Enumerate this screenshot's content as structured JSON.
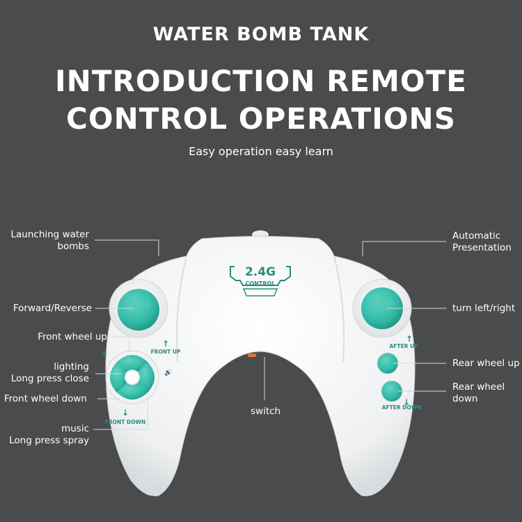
{
  "header": {
    "top_title": "WATER BOMB TANK",
    "headline_line1": "INTRODUCTION REMOTE",
    "headline_line2": "CONTROL OPERATIONS",
    "subtitle": "Easy operation easy learn"
  },
  "labels": {
    "launching_line1": "Launching water",
    "launching_line2": "bombs",
    "forward_reverse": "Forward/Reverse",
    "front_wheel_up": "Front wheel up",
    "lighting_line1": "lighting",
    "lighting_line2": "Long press close",
    "front_wheel_down": "Front wheel down",
    "music_line1": "music",
    "music_line2": "Long press spray",
    "automatic_line1": "Automatic",
    "automatic_line2": "Presentation",
    "turn_left_right": "turn left/right",
    "rear_wheel_up": "Rear wheel up",
    "rear_wheel_down_line1": "Rear wheel",
    "rear_wheel_down_line2": "down",
    "switch": "switch"
  },
  "controller": {
    "badge_freq": "2.4G",
    "badge_text": "CONTROL",
    "front_up": "FRONT UP",
    "front_down": "FRONT DOWN",
    "after_up": "AFTER UP",
    "after_down": "AFTER DOWN",
    "up_arrow": "↑",
    "down_arrow": "↓"
  },
  "colors": {
    "background": "#4a4b4d",
    "controller_body": "#f4f5f6",
    "button_teal": "#2fb8a4",
    "print_green": "#2a8c7c"
  }
}
